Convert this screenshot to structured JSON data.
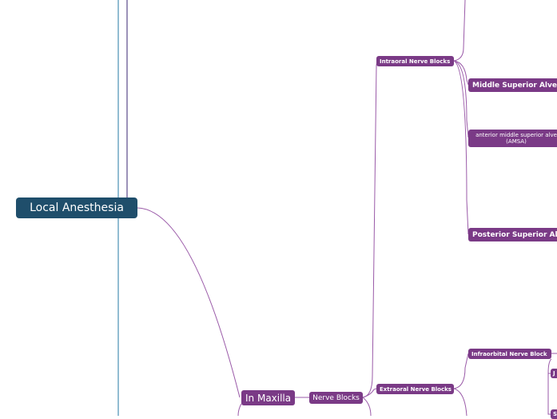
{
  "diagram": {
    "root": {
      "label": "Local Anesthesia"
    },
    "level1": {
      "label": "In Maxilla"
    },
    "level2": {
      "label": "Nerve Blocks"
    },
    "intraoral": {
      "label": "Intraoral Nerve Blocks",
      "children": [
        "Middle Superior Alveo",
        "anterior middle superior alve (AMSA)",
        "Posterior Superior Al"
      ]
    },
    "extraoral": {
      "label": "Extraoral Nerve Blocks",
      "children": [
        "Infraorbital Nerve Block"
      ],
      "partial_children": [
        "J",
        "S"
      ]
    }
  },
  "colors": {
    "root": "#1f4e6b",
    "node": "#7a3a86",
    "link_blue": "#4a8fb5",
    "link_purple": "#9a5aa8"
  }
}
